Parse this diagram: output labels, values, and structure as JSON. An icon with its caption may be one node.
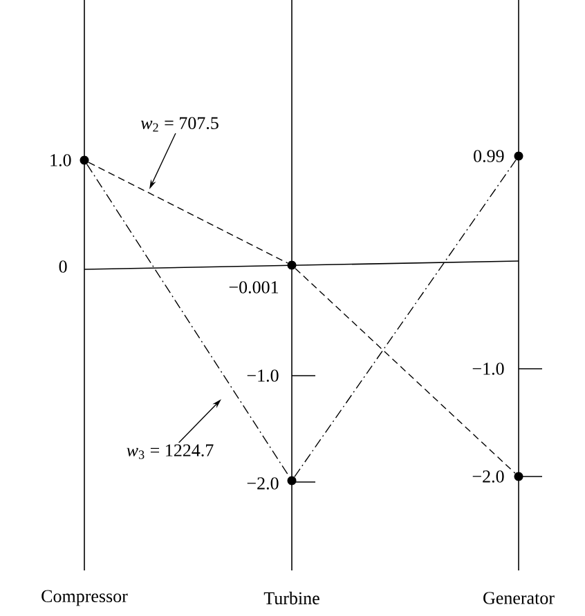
{
  "diagram": {
    "nodes": [
      {
        "text": [],
        "shape": "circle",
        "beside": [
          "1.0"
        ]
      },
      {
        "text": [],
        "shape": "circle",
        "beside": [
          "−0.001"
        ]
      },
      {
        "text": [],
        "shape": "circle",
        "beside": [
          "−2.0"
        ]
      },
      {
        "text": [],
        "shape": "circle",
        "beside": [
          "0.99"
        ]
      },
      {
        "text": [],
        "shape": "circle",
        "beside": [
          "−2.0"
        ]
      },
      {
        "text": [
          "*w*$_{2}$ = 707.5"
        ]
      },
      {
        "text": [
          "*w*$_{3}$ = 1224.7"
        ]
      }
    ],
    "edges": [
      {
        "from": 0,
        "to": 1,
        "arrow": "none",
        "style": "dashed"
      },
      {
        "from": 1,
        "to": 4,
        "arrow": "none",
        "style": "dashed"
      },
      {
        "from": 0,
        "to": 2,
        "arrow": "none",
        "style": "dashed"
      },
      {
        "from": 2,
        "to": 3,
        "arrow": "none",
        "style": "dashed"
      },
      {
        "from": 5,
        "to": null,
        "arrow": "to"
      },
      {
        "from": 6,
        "to": null,
        "arrow": "to"
      }
    ],
    "labels": [
      "0",
      "−1.0",
      "−1.0",
      "Compressor",
      "Turbine",
      "Generator"
    ]
  }
}
